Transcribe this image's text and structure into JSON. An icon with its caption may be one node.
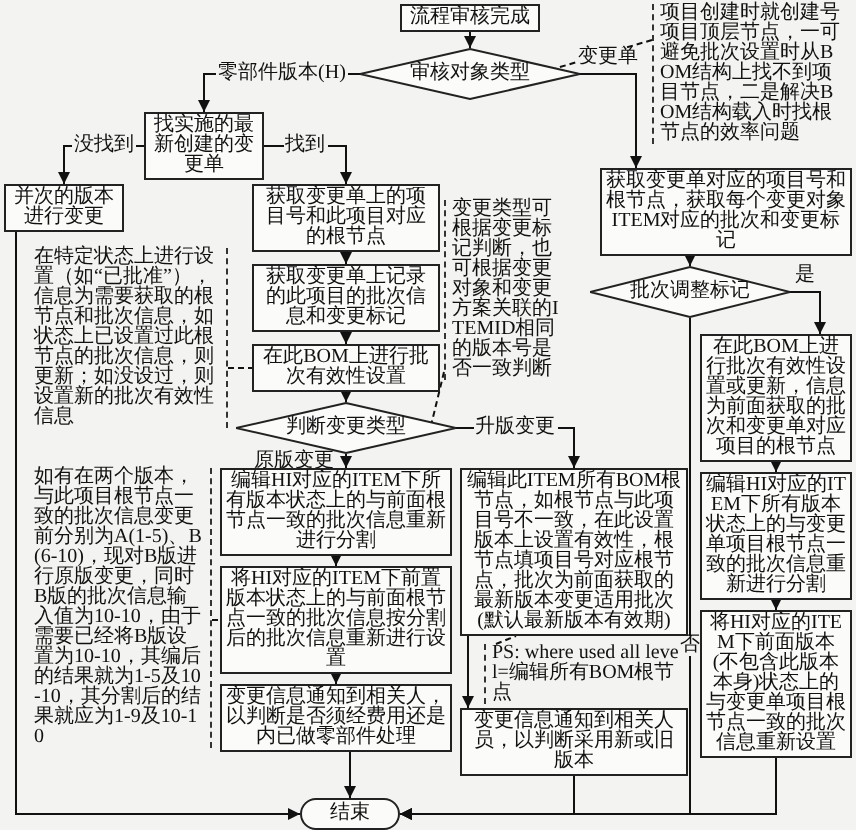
{
  "diagram": {
    "nodes": [
      {
        "text": [
          "流程审核完成"
        ]
      },
      {
        "text": [
          "项目创建时就创建号项目顶层节点，一可避免批次设置时从BOM结构上找不到项目节点，二是解决BOM结构载入时找根节点的效率问题"
        ]
      },
      {
        "text": [
          "审核对象类型"
        ]
      },
      {
        "text": [
          "找实施的最新创建的变更单"
        ]
      },
      {
        "text": [
          "并次的版本进行变更"
        ]
      },
      {
        "text": [
          "获取变更单上的项目号和此项目对应的根节点"
        ]
      },
      {
        "text": [
          "获取变更单对应的项目号和根节点，获取每个变更对象ITEM对应的批次和变更标记"
        ]
      },
      {
        "text": [
          "获取变更单上记录的此项目的批次信息和变更标记"
        ]
      },
      {
        "text": [
          "在特定状态上进行设置（如“已批准”），信息为需要获取的根节点和批次信息，如状态上已设置过此根节点的批次信息，则更新；如没设过，则设置新的批次有效性信息"
        ]
      },
      {
        "text": [
          "在此BOM上进行批次有效性设置"
        ]
      },
      {
        "text": [
          "变更类型可根据变更标记判断，也可根据变更对象和变更方案关联的ITEMID相同的版本号是否一致判断"
        ]
      },
      {
        "text": [
          "批次调整标记"
        ]
      },
      {
        "text": [
          "判断变更类型"
        ]
      },
      {
        "text": [
          "在此BOM上进行批次有效性设置或更新，信息为前面获取的批次和变更单对应项目的根节点"
        ]
      },
      {
        "text": [
          "如有在两个版本，与此项目根节点一致的批次信息变更前分别为A(1-5)、B(6-10)，现对B版进行原版变更，同时B版的批次信息输入值为10-10，由于需要已经将B版设置为10-10，其编后的结果就为1-5及10-10，其分割后的结果就应为1-9及10-10"
        ]
      },
      {
        "text": [
          "编辑HI对应的ITEM下所有版本状态上的与前面根节点一致的批次信息重新进行分割"
        ]
      },
      {
        "text": [
          "编辑此ITEM所有BOM根节点，如根节点与此项目号不一致，在此设置版本上设置有效性，根节点填项目号对应根节点，批次为前面获取的最新版本变更适用批次(默认最新版本有效期)"
        ]
      },
      {
        "text": [
          "编辑HI对应的ITEM下所有版本状态上的与变更单项目根节点一致的批次信息重新进行分割"
        ]
      },
      {
        "text": [
          "将HI对应的ITEM下前置版本状态上的与前面根节点一致的批次信息按分割后的批次信息重新进行设置"
        ]
      },
      {
        "text": [
          "将HI对应的ITEM下前面版本(不包含此版本本身)状态上的与变更单项目根节点一致的批次信息重新设置"
        ]
      },
      {
        "text": [
          "PS: where used all level=编辑所有BOM根节点"
        ]
      },
      {
        "text": [
          "变更信息通知到相关人，以判断是否须经费用还是内已做零部件处理"
        ]
      },
      {
        "text": [
          "变更信息通知到相关人员，以判断采用新或旧版本"
        ]
      },
      {
        "text": [
          "结束"
        ]
      }
    ],
    "edges": [
      {
        "from": 0,
        "to": 2,
        "arrow": "to"
      },
      {
        "from": 2,
        "to": 3,
        "arrow": "to",
        "label": "零部件版本(H)"
      },
      {
        "from": 2,
        "to": 6,
        "arrow": "to",
        "label": "变更单"
      },
      {
        "from": 1,
        "to": 2,
        "arrow": "none",
        "style": "dashed"
      },
      {
        "from": 3,
        "to": 4,
        "arrow": "to",
        "label": "没找到"
      },
      {
        "from": 3,
        "to": 5,
        "arrow": "to",
        "label": "找到"
      },
      {
        "from": 6,
        "to": 11,
        "arrow": "to"
      },
      {
        "from": 5,
        "to": 7,
        "arrow": "to"
      },
      {
        "from": 7,
        "to": 9,
        "arrow": "to"
      },
      {
        "from": 8,
        "to": 9,
        "arrow": "none",
        "style": "dashed"
      },
      {
        "from": 9,
        "to": 12,
        "arrow": "to"
      },
      {
        "from": 10,
        "to": 12,
        "arrow": "none",
        "style": "dashed"
      },
      {
        "from": 11,
        "to": 13,
        "arrow": "to",
        "label": "是"
      },
      {
        "from": 11,
        "to": 23,
        "arrow": "to",
        "label": "否"
      },
      {
        "from": 12,
        "to": 15,
        "arrow": "to",
        "label": "原版变更"
      },
      {
        "from": 12,
        "to": 16,
        "arrow": "to",
        "label": "升版变更"
      },
      {
        "from": 15,
        "to": 18,
        "arrow": "to"
      },
      {
        "from": 14,
        "to": 18,
        "arrow": "none",
        "style": "dashed"
      },
      {
        "from": 13,
        "to": 17,
        "arrow": "to"
      },
      {
        "from": 17,
        "to": 19,
        "arrow": "to"
      },
      {
        "from": 18,
        "to": 21,
        "arrow": "to"
      },
      {
        "from": 20,
        "to": 16,
        "arrow": "none",
        "style": "dashed"
      },
      {
        "from": 16,
        "to": 22,
        "arrow": "to"
      },
      {
        "from": 4,
        "to": 23,
        "arrow": "to"
      },
      {
        "from": 21,
        "to": 23,
        "arrow": "to"
      },
      {
        "from": 22,
        "to": 23,
        "arrow": "to"
      },
      {
        "from": 19,
        "to": 23,
        "arrow": "to"
      }
    ]
  }
}
